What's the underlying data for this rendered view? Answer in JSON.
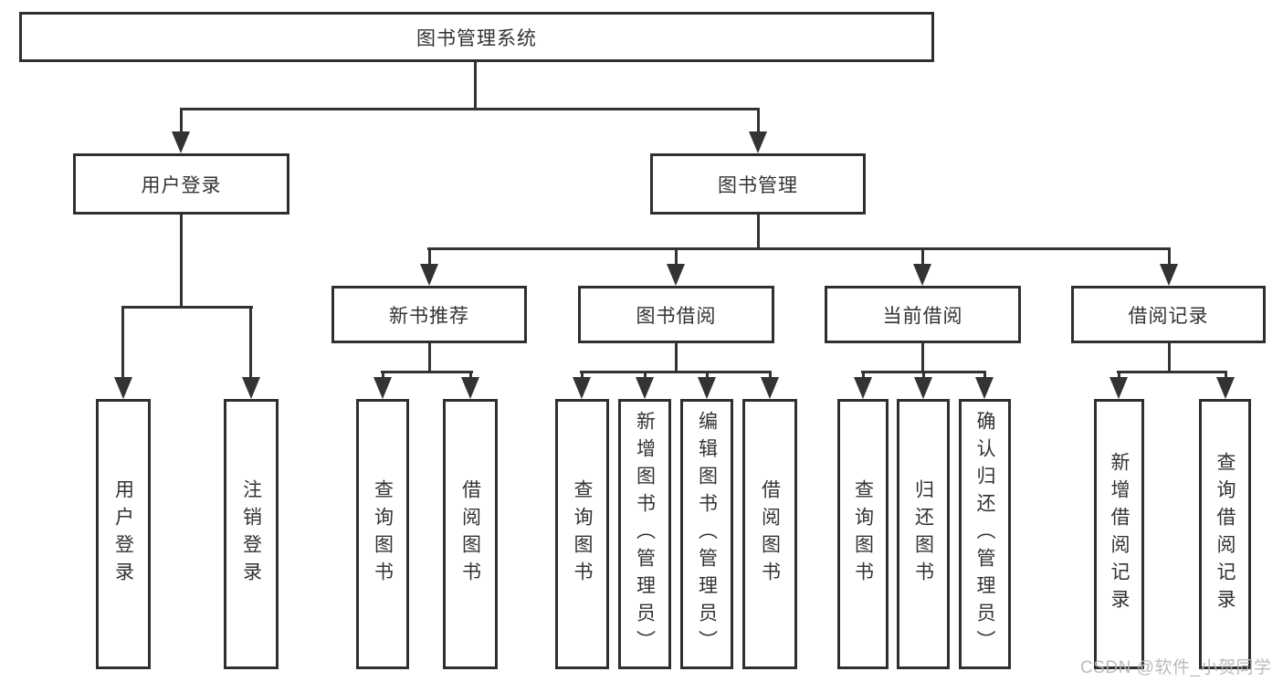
{
  "diagram": {
    "title": "图书管理系统",
    "type": "hierarchy-tree",
    "watermark": "CSDN @软件_小贺同学",
    "colors": {
      "background": "#ffffff",
      "line": "#333333",
      "box_border": "#2f2f2f",
      "text": "#333333",
      "watermark": "#b6b6b6"
    }
  },
  "nodes": {
    "root": {
      "label": "图书管理系统"
    },
    "user_login": {
      "label": "用户登录"
    },
    "book_mgmt": {
      "label": "图书管理"
    },
    "new_book_rec": {
      "label": "新书推荐"
    },
    "book_borrow": {
      "label": "图书借阅"
    },
    "current_borrow": {
      "label": "当前借阅"
    },
    "borrow_records": {
      "label": "借阅记录"
    },
    "login": {
      "label": "用户登录"
    },
    "logout": {
      "label": "注销登录"
    },
    "nb_query_books": {
      "label": "查询图书"
    },
    "nb_borrow_books": {
      "label": "借阅图书"
    },
    "bb_query_books": {
      "label": "查询图书"
    },
    "bb_add_books": {
      "label": "新增图书（管理员）"
    },
    "bb_edit_books": {
      "label": "编辑图书（管理员）"
    },
    "bb_borrow_books": {
      "label": "借阅图书"
    },
    "cb_query_books": {
      "label": "查询图书"
    },
    "cb_return_books": {
      "label": "归还图书"
    },
    "cb_confirm_return": {
      "label": "确认归还（管理员）"
    },
    "br_add_record": {
      "label": "新增借阅记录"
    },
    "br_query_record": {
      "label": "查询借阅记录"
    }
  },
  "edges": [
    [
      "root",
      "user_login"
    ],
    [
      "root",
      "book_mgmt"
    ],
    [
      "user_login",
      "login"
    ],
    [
      "user_login",
      "logout"
    ],
    [
      "book_mgmt",
      "new_book_rec"
    ],
    [
      "book_mgmt",
      "book_borrow"
    ],
    [
      "book_mgmt",
      "current_borrow"
    ],
    [
      "book_mgmt",
      "borrow_records"
    ],
    [
      "new_book_rec",
      "nb_query_books"
    ],
    [
      "new_book_rec",
      "nb_borrow_books"
    ],
    [
      "book_borrow",
      "bb_query_books"
    ],
    [
      "book_borrow",
      "bb_add_books"
    ],
    [
      "book_borrow",
      "bb_edit_books"
    ],
    [
      "book_borrow",
      "bb_borrow_books"
    ],
    [
      "current_borrow",
      "cb_query_books"
    ],
    [
      "current_borrow",
      "cb_return_books"
    ],
    [
      "current_borrow",
      "cb_confirm_return"
    ],
    [
      "borrow_records",
      "br_add_record"
    ],
    [
      "borrow_records",
      "br_query_record"
    ]
  ]
}
